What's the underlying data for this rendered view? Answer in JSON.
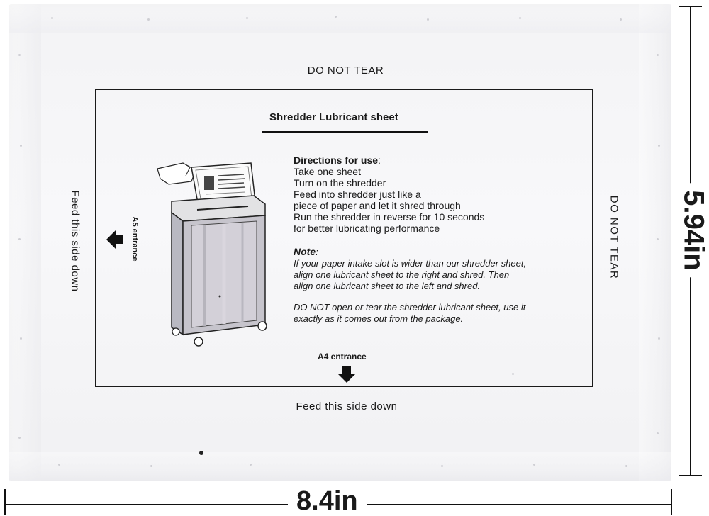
{
  "sheet": {
    "top_label": "DO NOT TEAR",
    "right_label": "DO NOT TEAR",
    "left_label": "Feed this side down",
    "bottom_label": "Feed this side down",
    "a5_label": "A5 entrance",
    "a4_label": "A4 entrance",
    "title": "Shredder Lubricant sheet",
    "directions": {
      "heading": "Directions for use",
      "lines": [
        "Take one sheet",
        "Turn on the shredder",
        "Feed into shredder just like a",
        "piece of paper and let it shred through",
        "Run the shredder in reverse for 10 seconds",
        "for better lubricating performance"
      ]
    },
    "note": {
      "heading": "Note",
      "paragraph1": [
        "If your paper intake slot is wider than our shredder sheet,",
        "align one lubricant sheet to the right and shred.  Then",
        "align one lubricant sheet to the left and shred."
      ],
      "paragraph2": [
        "DO NOT open or tear the shredder lubricant sheet,  use it",
        "exactly as it comes out from the package."
      ]
    }
  },
  "dimensions": {
    "height": "5.94in",
    "width": "8.4in"
  }
}
